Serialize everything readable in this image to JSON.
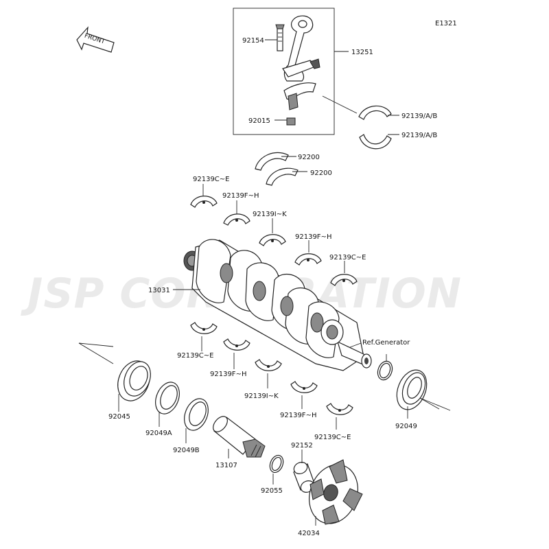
{
  "diagram_id": "E1321",
  "front_label": "FRONT",
  "watermark": "JSP CORPORATION",
  "ref_label": "Ref.Generator",
  "parts": {
    "p92154": "92154",
    "p13251": "13251",
    "p92015": "92015",
    "p92139ab_1": "92139/A/B",
    "p92139ab_2": "92139/A/B",
    "p92200_1": "92200",
    "p92200_2": "92200",
    "p92139ce_top": "92139C~E",
    "p92139fh_top1": "92139F~H",
    "p92139ik_top": "92139I~K",
    "p92139fh_top2": "92139F~H",
    "p92139ce_top2": "92139C~E",
    "p13031": "13031",
    "p92139ce_bot": "92139C~E",
    "p92139fh_bot1": "92139F~H",
    "p92139ik_bot": "92139I~K",
    "p92139fh_bot2": "92139F~H",
    "p92139ce_bot2": "92139C~E",
    "p92045": "92045",
    "p92049a": "92049A",
    "p92049b": "92049B",
    "p13107": "13107",
    "p92055": "92055",
    "p92152": "92152",
    "p42034": "42034",
    "p92049": "92049"
  }
}
